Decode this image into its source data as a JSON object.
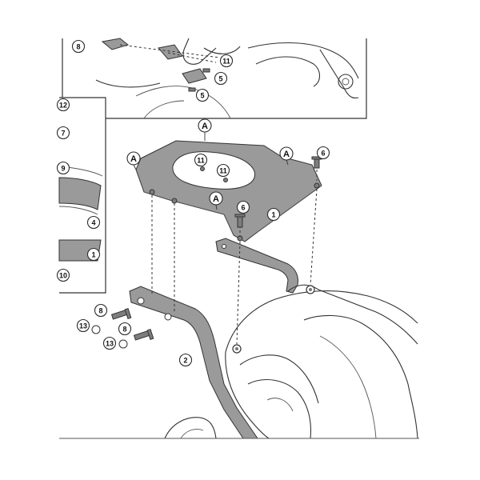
{
  "callouts": {
    "c_8_top": "8",
    "c_11_top": "11",
    "c_5_top_a": "5",
    "c_5_top_b": "5",
    "c_12_inset": "12",
    "c_7_inset": "7",
    "c_9_inset": "9",
    "c_4_inset": "4",
    "c_1_inset": "1",
    "c_10_inset": "10",
    "c_11_plate_a": "11",
    "c_11_plate_b": "11",
    "c_6_right": "6",
    "c_6_center": "6",
    "c_1_plate": "1",
    "c_8_bolt_a": "8",
    "c_13_nut_a": "13",
    "c_8_bolt_b": "8",
    "c_13_nut_b": "13",
    "c_2_arm": "2"
  },
  "letters": {
    "a_top": "A",
    "a_left": "A",
    "a_right": "A",
    "a_center": "A"
  }
}
